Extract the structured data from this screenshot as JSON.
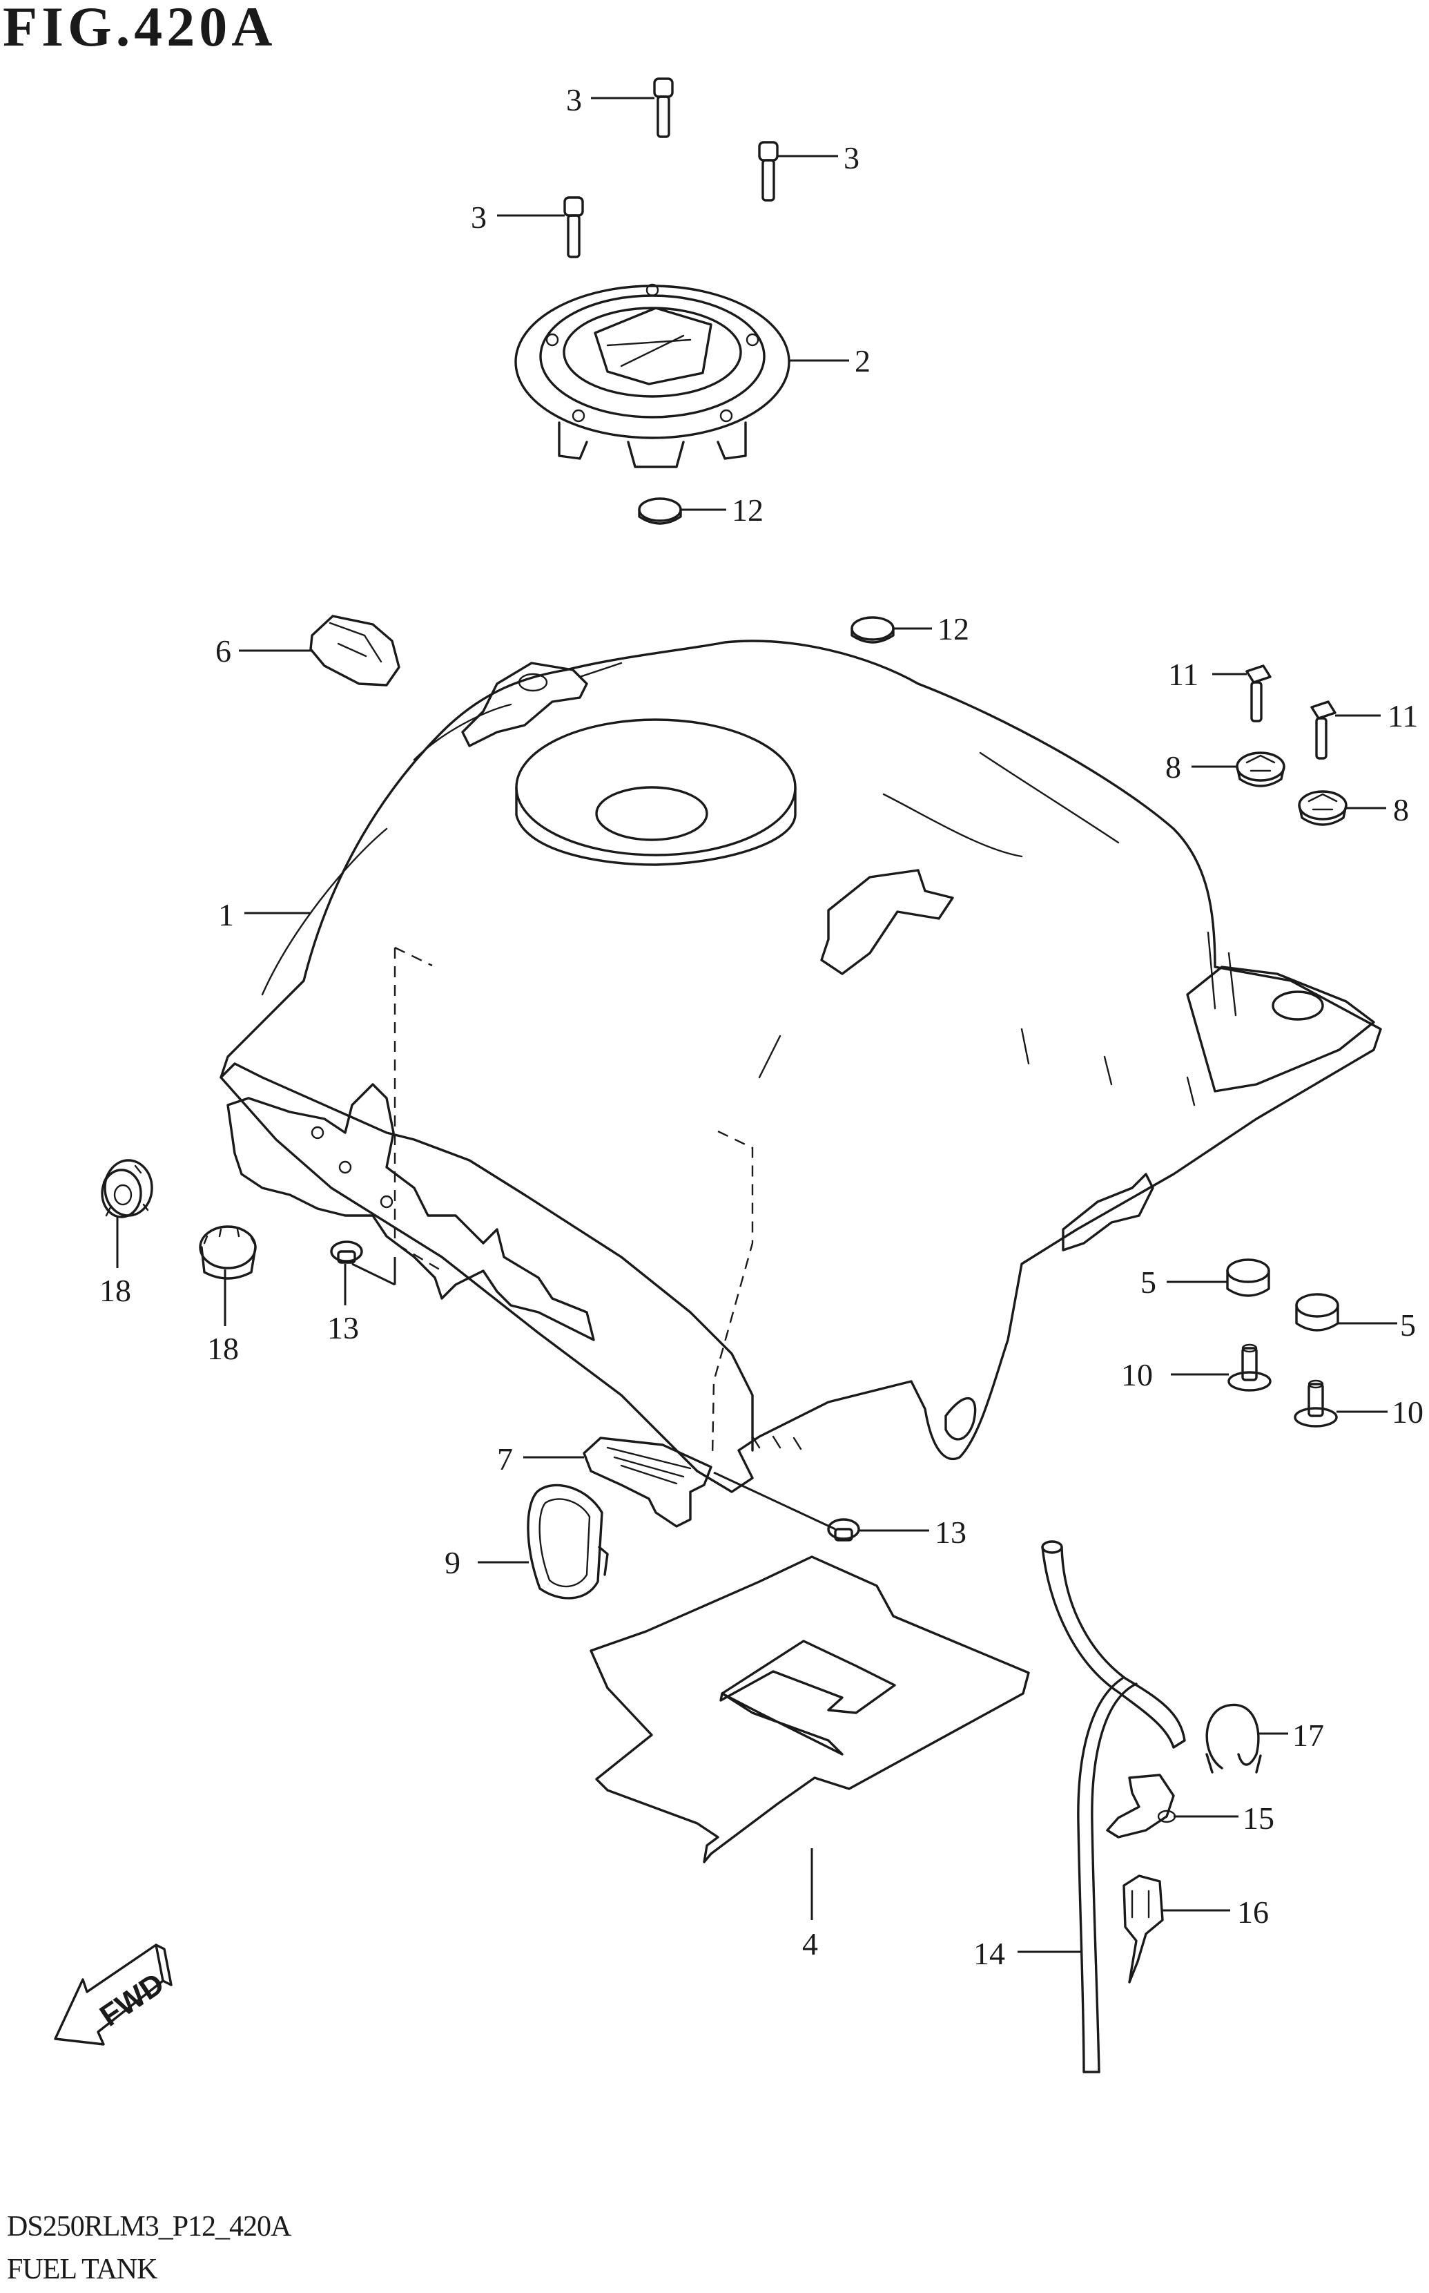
{
  "figure": {
    "title": "FIG.420A",
    "code": "DS250RLM3_P12_420A",
    "caption": "FUEL TANK"
  },
  "arrow": {
    "label": "FWD"
  },
  "callouts": [
    {
      "id": "c3a",
      "label": "3"
    },
    {
      "id": "c3b",
      "label": "3"
    },
    {
      "id": "c3c",
      "label": "3"
    },
    {
      "id": "c2",
      "label": "2"
    },
    {
      "id": "c12a",
      "label": "12"
    },
    {
      "id": "c12b",
      "label": "12"
    },
    {
      "id": "c6",
      "label": "6"
    },
    {
      "id": "c11a",
      "label": "11"
    },
    {
      "id": "c11b",
      "label": "11"
    },
    {
      "id": "c8a",
      "label": "8"
    },
    {
      "id": "c8b",
      "label": "8"
    },
    {
      "id": "c1",
      "label": "1"
    },
    {
      "id": "c18a",
      "label": "18"
    },
    {
      "id": "c18b",
      "label": "18"
    },
    {
      "id": "c13a",
      "label": "13"
    },
    {
      "id": "c5a",
      "label": "5"
    },
    {
      "id": "c5b",
      "label": "5"
    },
    {
      "id": "c10a",
      "label": "10"
    },
    {
      "id": "c10b",
      "label": "10"
    },
    {
      "id": "c7",
      "label": "7"
    },
    {
      "id": "c13b",
      "label": "13"
    },
    {
      "id": "c9",
      "label": "9"
    },
    {
      "id": "c17",
      "label": "17"
    },
    {
      "id": "c15",
      "label": "15"
    },
    {
      "id": "c16",
      "label": "16"
    },
    {
      "id": "c4",
      "label": "4"
    },
    {
      "id": "c14",
      "label": "14"
    }
  ]
}
